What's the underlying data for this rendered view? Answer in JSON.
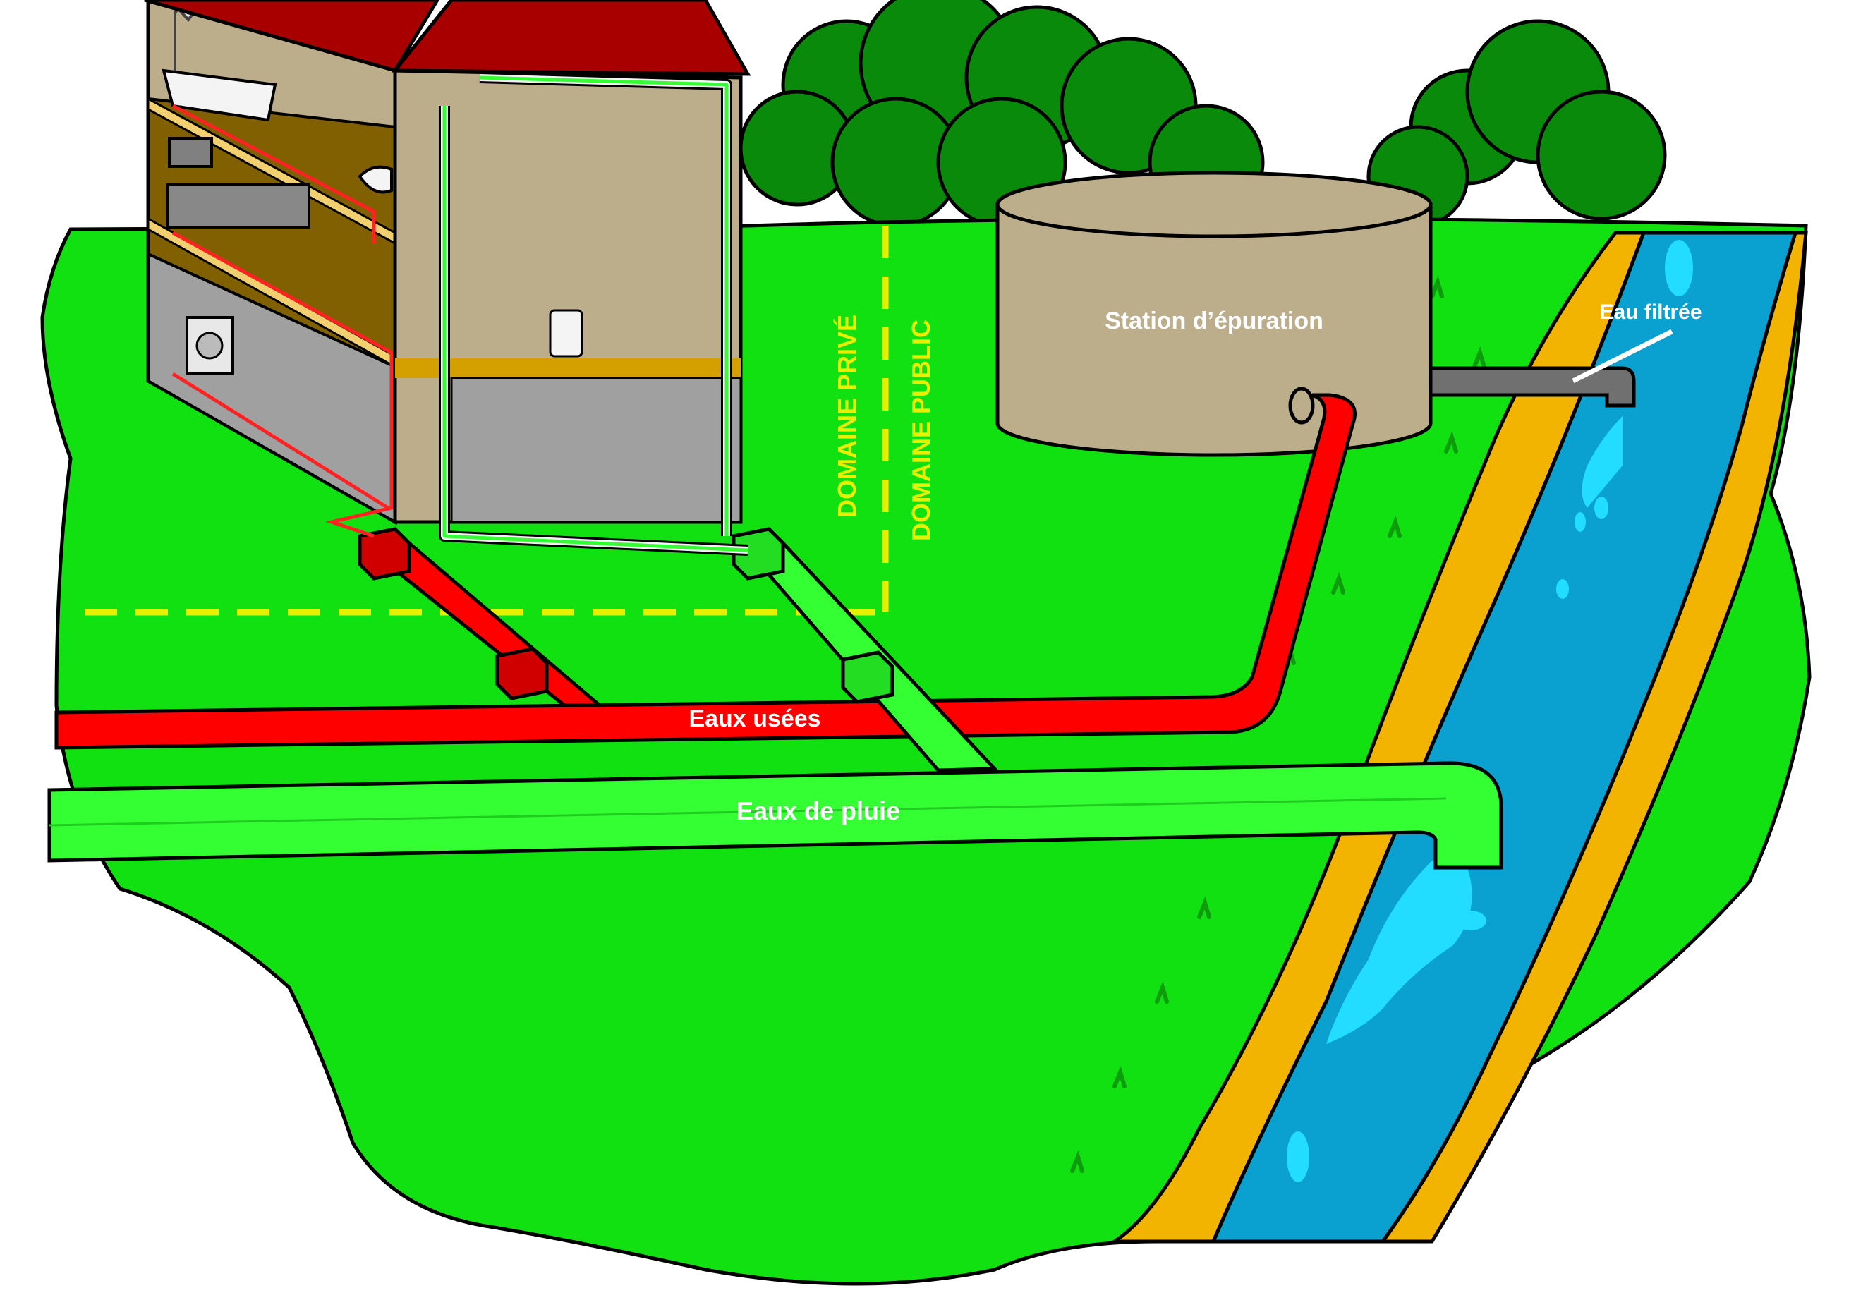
{
  "labels": {
    "station": "Station d’épuration",
    "filtered_water": "Eau filtrée",
    "wastewater": "Eaux usées",
    "rainwater": "Eaux de pluie",
    "private_domain": "DOMAINE PRIVÉ",
    "public_domain": "DOMAINE PUBLIC"
  },
  "colors": {
    "grass": "#11e011",
    "grass_dark": "#0c9c0c",
    "wastewater_pipe": "#ff0000",
    "rainwater_pipe": "#33ff33",
    "boundary_line": "#e8f000",
    "river_water": "#0aa0cf",
    "river_bank": "#f2b400",
    "roof": "#a80000",
    "wall": "#bcae8b",
    "tree": "#0a8a0a"
  },
  "icons": [
    "shower-icon",
    "bathtub-icon",
    "toilet-icon",
    "sink-icon",
    "washing-machine-icon",
    "boiler-icon"
  ]
}
